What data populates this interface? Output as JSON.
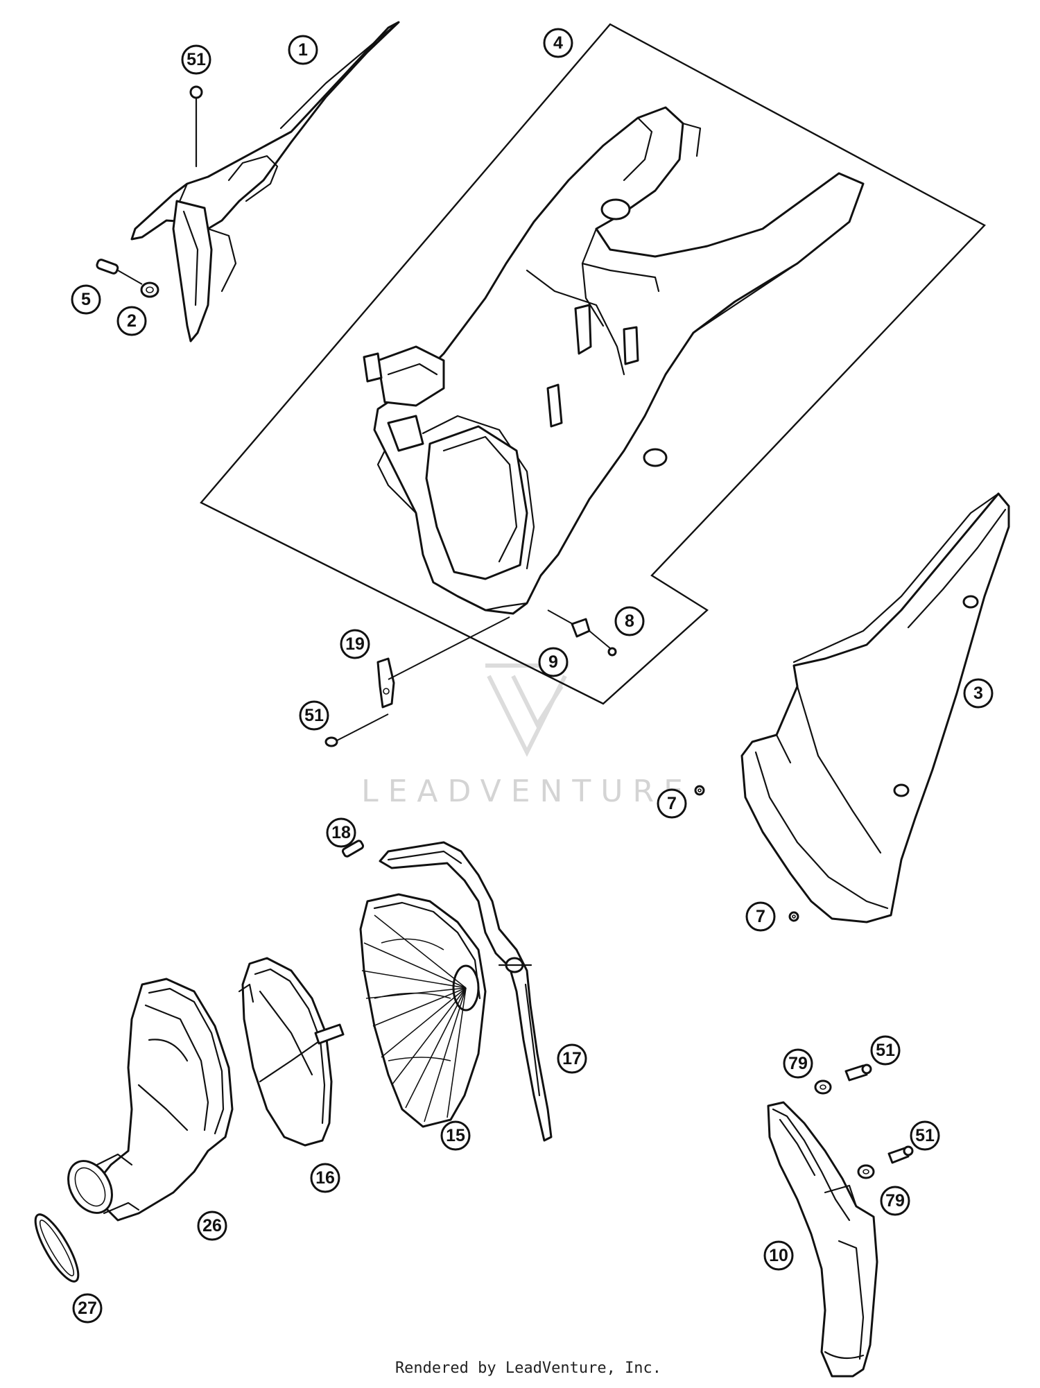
{
  "callouts": [
    {
      "label": "1"
    },
    {
      "label": "51"
    },
    {
      "label": "4"
    },
    {
      "label": "5"
    },
    {
      "label": "2"
    },
    {
      "label": "19"
    },
    {
      "label": "8"
    },
    {
      "label": "9"
    },
    {
      "label": "51"
    },
    {
      "label": "3"
    },
    {
      "label": "7"
    },
    {
      "label": "18"
    },
    {
      "label": "7"
    },
    {
      "label": "17"
    },
    {
      "label": "15"
    },
    {
      "label": "16"
    },
    {
      "label": "26"
    },
    {
      "label": "27"
    },
    {
      "label": "79"
    },
    {
      "label": "51"
    },
    {
      "label": "51"
    },
    {
      "label": "79"
    },
    {
      "label": "10"
    }
  ],
  "watermark": {
    "text": "LEADVENTURE"
  },
  "footer": {
    "text": "Rendered by LeadVenture, Inc."
  },
  "colors": {
    "ink": "#111111",
    "watermark": "#d4d4d4",
    "background": "#ffffff"
  }
}
